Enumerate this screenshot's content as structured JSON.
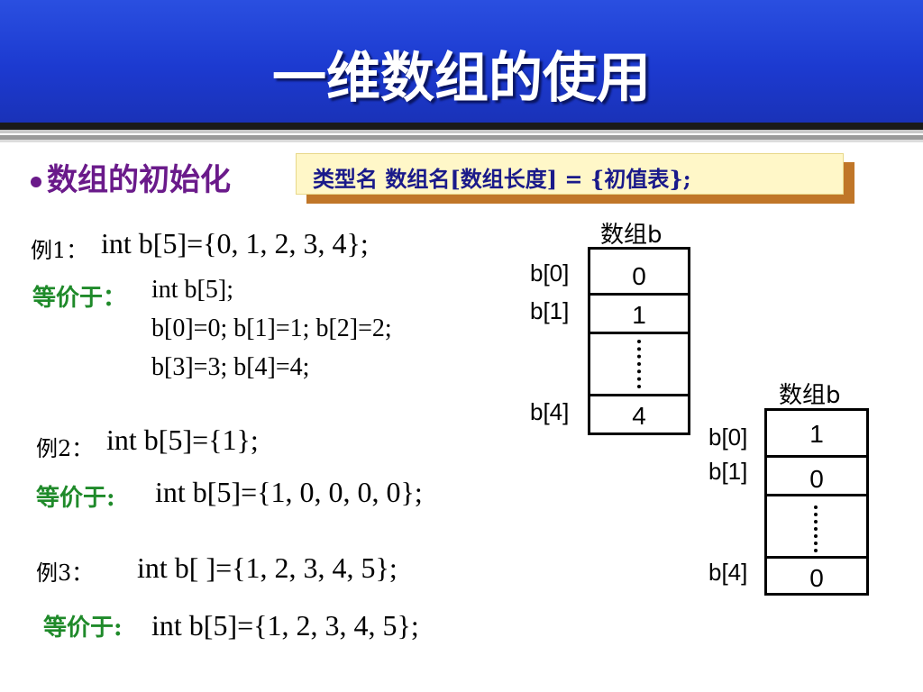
{
  "slide": {
    "title": "一维数组的使用",
    "bullet": "数组的初始化",
    "syntax": "类型名  数组名[数组长度] = {初值表};"
  },
  "examples": [
    {
      "label": "例1：",
      "code": "int b[5]={0, 1, 2, 3, 4};",
      "equiv_label": "等价于：",
      "equiv_lines": [
        "int b[5];",
        "b[0]=0; b[1]=1; b[2]=2;",
        "b[3]=3; b[4]=4;"
      ]
    },
    {
      "label": "例2：",
      "code": "int b[5]={1};",
      "equiv_label": "等价于:",
      "equiv_lines": [
        "int b[5]={1, 0, 0, 0, 0};"
      ]
    },
    {
      "label": "例3：",
      "code": "int b[ ]={1, 2, 3, 4, 5};",
      "equiv_label": "等价于:",
      "equiv_lines": [
        "int b[5]={1, 2, 3, 4, 5};"
      ]
    }
  ],
  "arrays": [
    {
      "title": "数组b",
      "rows": [
        {
          "index": "b[0]",
          "value": "0"
        },
        {
          "index": "b[1]",
          "value": "1"
        },
        {
          "index": "",
          "value": ""
        },
        {
          "index": "b[4]",
          "value": "4"
        }
      ]
    },
    {
      "title": "数组b",
      "rows": [
        {
          "index": "b[0]",
          "value": "1"
        },
        {
          "index": "b[1]",
          "value": "0"
        },
        {
          "index": "",
          "value": ""
        },
        {
          "index": "b[4]",
          "value": "0"
        }
      ]
    }
  ]
}
